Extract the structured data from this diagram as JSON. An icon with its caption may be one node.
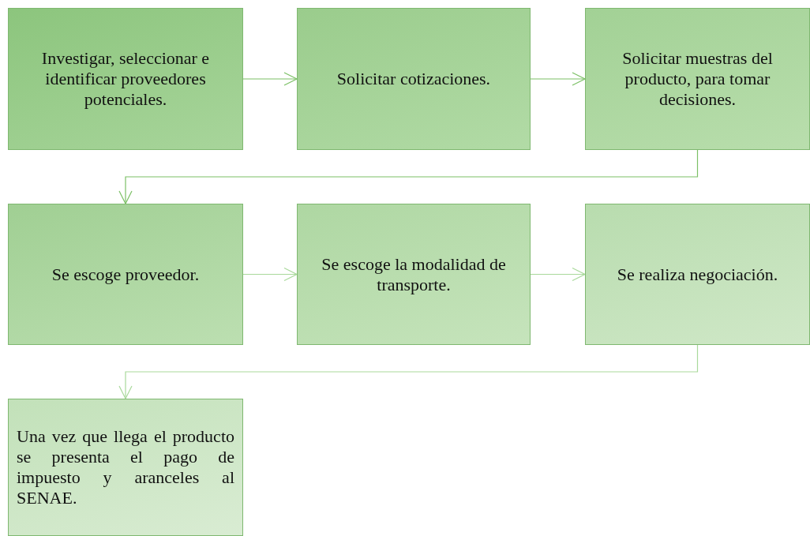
{
  "diagram": {
    "nodes": [
      {
        "text": [
          "Investigar, seleccionar e identificar proveedores potenciales."
        ]
      },
      {
        "text": [
          "Solicitar cotizaciones."
        ]
      },
      {
        "text": [
          "Solicitar muestras del producto, para tomar decisiones."
        ]
      },
      {
        "text": [
          "Se escoge proveedor."
        ]
      },
      {
        "text": [
          "Se escoge la modalidad de transporte."
        ]
      },
      {
        "text": [
          "Se realiza negociación."
        ]
      },
      {
        "text": [
          "Una vez que llega el producto se presenta el pago de impuesto y aranceles al SENAE."
        ]
      }
    ],
    "edges": [
      {
        "from": 0,
        "to": 1,
        "arrow": "to"
      },
      {
        "from": 1,
        "to": 2,
        "arrow": "to"
      },
      {
        "from": 2,
        "to": 3,
        "arrow": "to"
      },
      {
        "from": 3,
        "to": 4,
        "arrow": "to",
        "color": "#a9d99b"
      },
      {
        "from": 4,
        "to": 5,
        "arrow": "to",
        "color": "#a9d99b"
      },
      {
        "from": 5,
        "to": 6,
        "arrow": "to",
        "color": "#a9d99b"
      }
    ]
  }
}
